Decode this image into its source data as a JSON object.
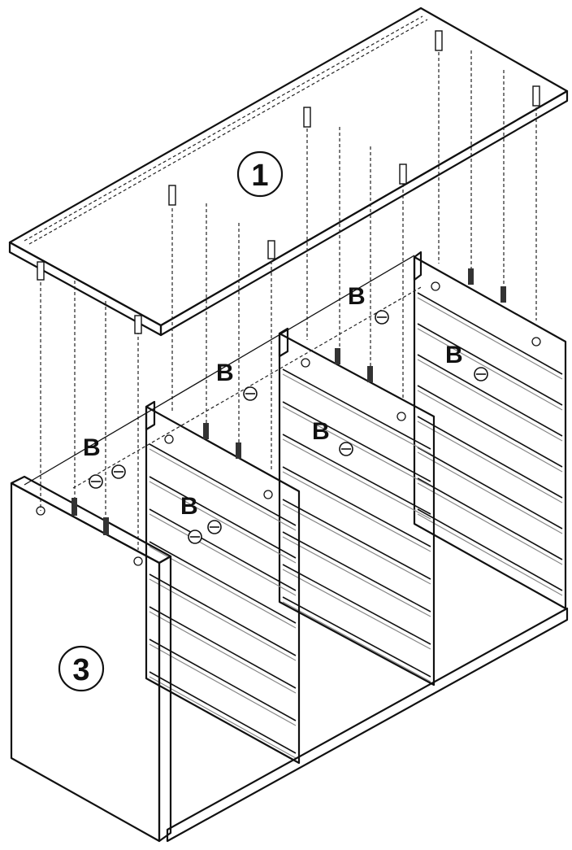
{
  "callouts": {
    "top_panel": "1",
    "side_panel": "3"
  },
  "hardware": {
    "cam_lock_label": "B"
  }
}
